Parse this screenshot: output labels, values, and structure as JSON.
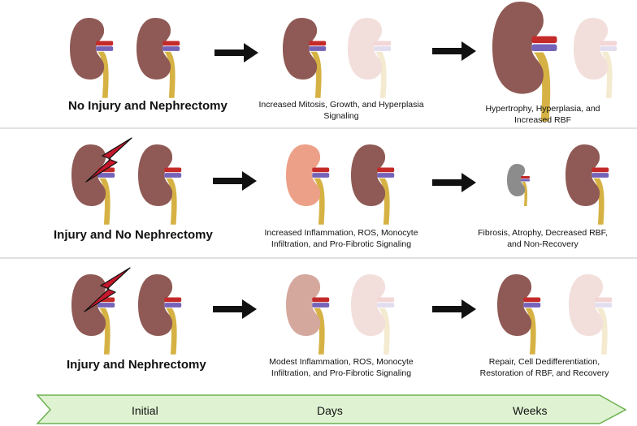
{
  "rows": [
    {
      "title": "No Injury and Nephrectomy",
      "days_caption": "Increased Mitosis, Growth, and Hyperplasia Signaling",
      "weeks_caption": "Hypertrophy, Hyperplasia, and Increased RBF"
    },
    {
      "title": "Injury and No Nephrectomy",
      "days_caption": "Increased Inflammation, ROS, Monocyte Infiltration, and Pro-Fibrotic Signaling",
      "weeks_caption": "Fibrosis, Atrophy, Decreased RBF, and Non-Recovery"
    },
    {
      "title": "Injury and Nephrectomy",
      "days_caption": "Modest Inflammation, ROS, Monocyte Infiltration, and Pro-Fibrotic Signaling",
      "weeks_caption": "Repair, Cell Dedifferentiation, Restoration of RBF, and Recovery"
    }
  ],
  "timeline": {
    "initial": "Initial",
    "days": "Days",
    "weeks": "Weeks"
  },
  "colors": {
    "kidney": "#8f5a55",
    "kidney_faded": "#f2dedb",
    "kidney_inflamed": "#eda088",
    "kidney_moderate": "#d5a89e",
    "kidney_atrophic": "#8c8c8c",
    "artery": "#c52a2a",
    "vein": "#7463b8",
    "ureter": "#d6b244",
    "lightning": "#c4182c",
    "arrow": "#111111",
    "timeline_fill": "#dff3d2",
    "timeline_stroke": "#6cb150"
  }
}
